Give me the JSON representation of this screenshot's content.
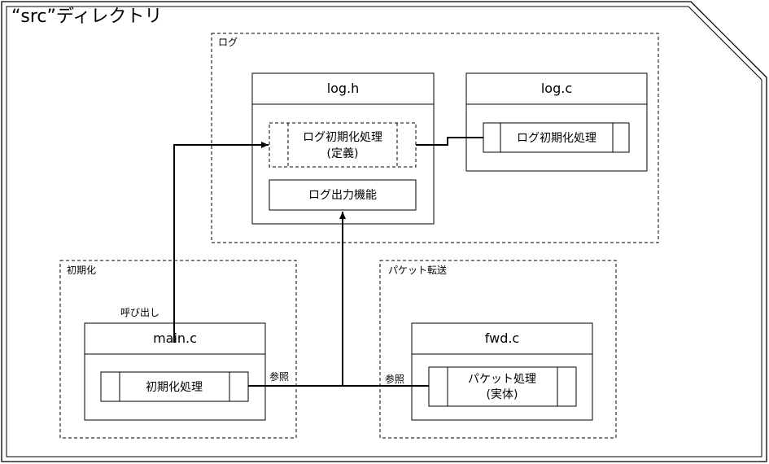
{
  "directory": {
    "title": "“src”ディレクトリ"
  },
  "groups": {
    "log": "ログ",
    "init": "初期化",
    "fwd": "パケット転送"
  },
  "files": {
    "log_h": "log.h",
    "log_c": "log.c",
    "main_c": "main.c",
    "fwd_c": "fwd.c"
  },
  "functions": {
    "log_init_decl_line1": "ログ初期化処理",
    "log_init_decl_line2": "(定義)",
    "log_output": "ログ出力機能",
    "log_init_impl": "ログ初期化処理",
    "init_proc": "初期化処理",
    "packet_proc_line1": "パケット処理",
    "packet_proc_line2": "(実体)"
  },
  "labels": {
    "call": "呼び出し",
    "ref_main": "参照",
    "ref_fwd": "参照"
  }
}
